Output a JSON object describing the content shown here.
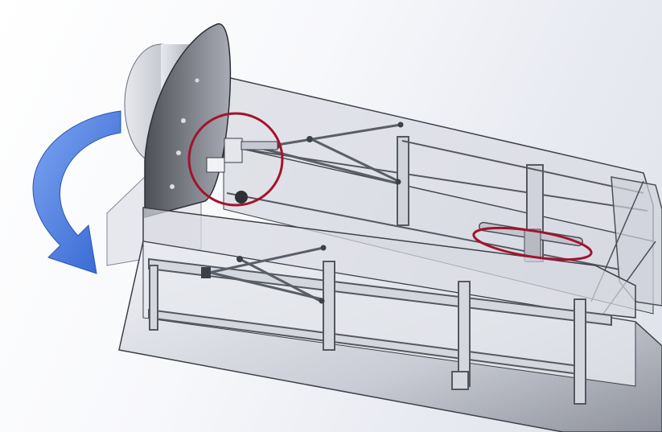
{
  "scene": {
    "description_visible_text": "",
    "highlight_color": "#a3132c",
    "arrow_color": "#4a7fe0",
    "frame_color": "#5c6068",
    "panel_color": "#c9ccd6"
  },
  "annotations": {
    "rotation_arrow": "curved-arrow",
    "circle_marker": "circle-highlight",
    "slot_marker": "oval-highlight"
  }
}
